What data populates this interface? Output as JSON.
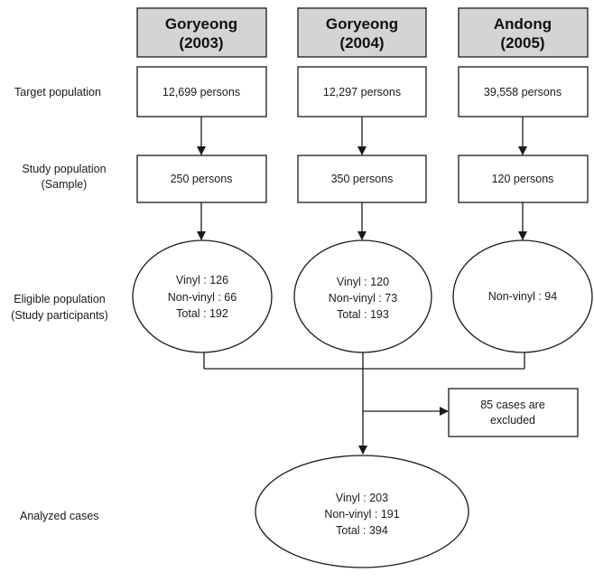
{
  "columns": [
    {
      "header": [
        "Goryeong",
        "(2003)"
      ],
      "target": "12,699 persons",
      "sample": "250 persons",
      "eligible": [
        "Vinyl : 126",
        "Non-vinyl : 66",
        "Total : 192"
      ]
    },
    {
      "header": [
        "Goryeong",
        "(2004)"
      ],
      "target": "12,297 persons",
      "sample": "350 persons",
      "eligible": [
        "Vinyl : 120",
        "Non-vinyl : 73",
        "Total : 193"
      ]
    },
    {
      "header": [
        "Andong",
        "(2005)"
      ],
      "target": "39,558 persons",
      "sample": "120 persons",
      "eligible": [
        "Non-vinyl : 94"
      ]
    }
  ],
  "row_labels": {
    "target": [
      "Target population"
    ],
    "study": [
      "Study population",
      "(Sample)"
    ],
    "eligible": [
      "Eligible population",
      "(Study participants)"
    ],
    "analyzed": [
      "Analyzed cases"
    ]
  },
  "excluded": [
    "85 cases are",
    "excluded"
  ],
  "analyzed": [
    "Vinyl : 203",
    "Non-vinyl : 191",
    "Total : 394"
  ],
  "colors": {
    "header_fill": "#d4d4d4",
    "stroke": "#1a1a1a",
    "background": "#ffffff"
  }
}
